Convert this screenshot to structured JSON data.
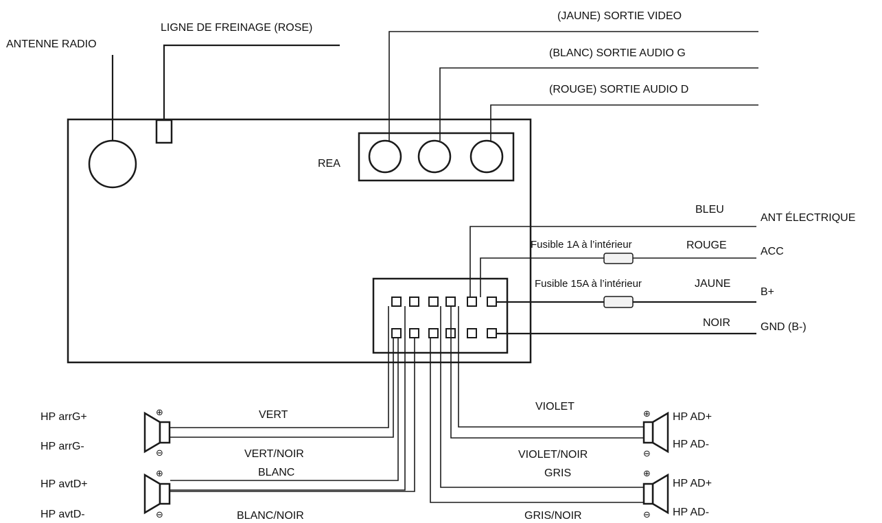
{
  "labels": {
    "antenne_radio": "ANTENNE RADIO",
    "ligne_freinage": "LIGNE DE FREINAGE (ROSE)",
    "sortie_video": "(JAUNE) SORTIE VIDEO",
    "sortie_audio_g": "(BLANC) SORTIE AUDIO G",
    "sortie_audio_d": "(ROUGE) SORTIE AUDIO D",
    "rea": "REA",
    "bleu": "BLEU",
    "ant_electrique": "ANT ÉLECTRIQUE",
    "fusible_1a": "Fusible 1A à l’intérieur",
    "rouge": "ROUGE",
    "acc": "ACC",
    "fusible_15a": "Fusible 15A à l’intérieur",
    "jaune": "JAUNE",
    "b_plus": "B+",
    "noir": "NOIR",
    "gnd": "GND (B-)",
    "hp_arrg_plus": "HP arrG+",
    "hp_arrg_minus": "HP arrG-",
    "hp_avtd_plus": "HP avtD+",
    "hp_avtd_minus": "HP avtD-",
    "vert": "VERT",
    "vert_noir": "VERT/NOIR",
    "blanc": "BLANC",
    "blanc_noir": "BLANC/NOIR",
    "violet": "VIOLET",
    "violet_noir": "VIOLET/NOIR",
    "gris": "GRIS",
    "gris_noir": "GRIS/NOIR",
    "hp_ad_plus_1": "HP AD+",
    "hp_ad_minus_1": "HP AD-",
    "hp_ad_plus_2": "HP AD+",
    "hp_ad_minus_2": "HP AD-"
  },
  "symbols": {
    "plus": "⊕",
    "minus": "⊖"
  }
}
